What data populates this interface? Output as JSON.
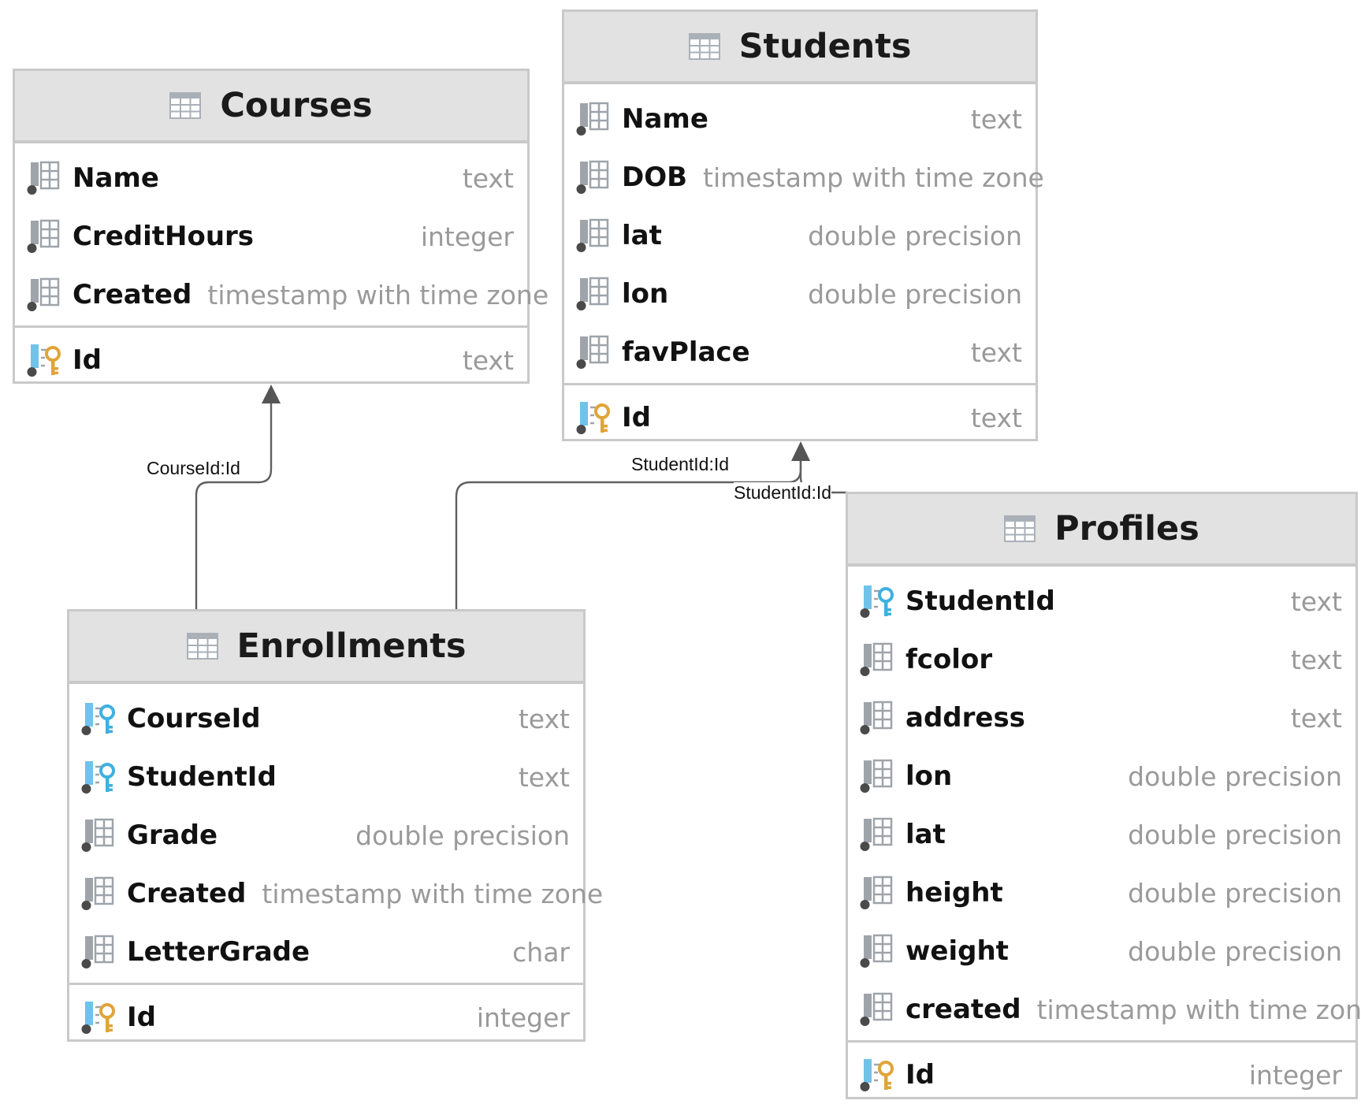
{
  "tables": {
    "courses": {
      "title": "Courses",
      "columns": [
        {
          "name": "Name",
          "type": "text",
          "kind": "column"
        },
        {
          "name": "CreditHours",
          "type": "integer",
          "kind": "column"
        },
        {
          "name": "Created",
          "type": "timestamp with time zone",
          "kind": "column"
        }
      ],
      "keys": [
        {
          "name": "Id",
          "type": "text",
          "kind": "pk"
        }
      ]
    },
    "students": {
      "title": "Students",
      "columns": [
        {
          "name": "Name",
          "type": "text",
          "kind": "column"
        },
        {
          "name": "DOB",
          "type": "timestamp with time zone",
          "kind": "column"
        },
        {
          "name": "lat",
          "type": "double precision",
          "kind": "column"
        },
        {
          "name": "lon",
          "type": "double precision",
          "kind": "column"
        },
        {
          "name": "favPlace",
          "type": "text",
          "kind": "column"
        }
      ],
      "keys": [
        {
          "name": "Id",
          "type": "text",
          "kind": "pk"
        }
      ]
    },
    "enrollments": {
      "title": "Enrollments",
      "columns": [
        {
          "name": "CourseId",
          "type": "text",
          "kind": "fk"
        },
        {
          "name": "StudentId",
          "type": "text",
          "kind": "fk"
        },
        {
          "name": "Grade",
          "type": "double precision",
          "kind": "column"
        },
        {
          "name": "Created",
          "type": "timestamp with time zone",
          "kind": "column"
        },
        {
          "name": "LetterGrade",
          "type": "char",
          "kind": "column"
        }
      ],
      "keys": [
        {
          "name": "Id",
          "type": "integer",
          "kind": "pk"
        }
      ]
    },
    "profiles": {
      "title": "Profiles",
      "columns": [
        {
          "name": "StudentId",
          "type": "text",
          "kind": "fk"
        },
        {
          "name": "fcolor",
          "type": "text",
          "kind": "column"
        },
        {
          "name": "address",
          "type": "text",
          "kind": "column"
        },
        {
          "name": "lon",
          "type": "double precision",
          "kind": "column"
        },
        {
          "name": "lat",
          "type": "double precision",
          "kind": "column"
        },
        {
          "name": "height",
          "type": "double precision",
          "kind": "column"
        },
        {
          "name": "weight",
          "type": "double precision",
          "kind": "column"
        },
        {
          "name": "created",
          "type": "timestamp with time zone",
          "kind": "column"
        }
      ],
      "keys": [
        {
          "name": "Id",
          "type": "integer",
          "kind": "pk"
        }
      ]
    }
  },
  "relations": [
    {
      "label": "CourseId:Id",
      "from": "enrollments",
      "to": "courses"
    },
    {
      "label": "StudentId:Id",
      "from": "enrollments",
      "to": "students"
    },
    {
      "label": "StudentId:Id",
      "from": "profiles",
      "to": "students"
    }
  ],
  "colors": {
    "header_bg": "#e2e2e2",
    "border": "#c9c9c9",
    "pk_key": "#e0a43a",
    "fk_key": "#3fb0e0",
    "type_text": "#9a9a9a"
  }
}
